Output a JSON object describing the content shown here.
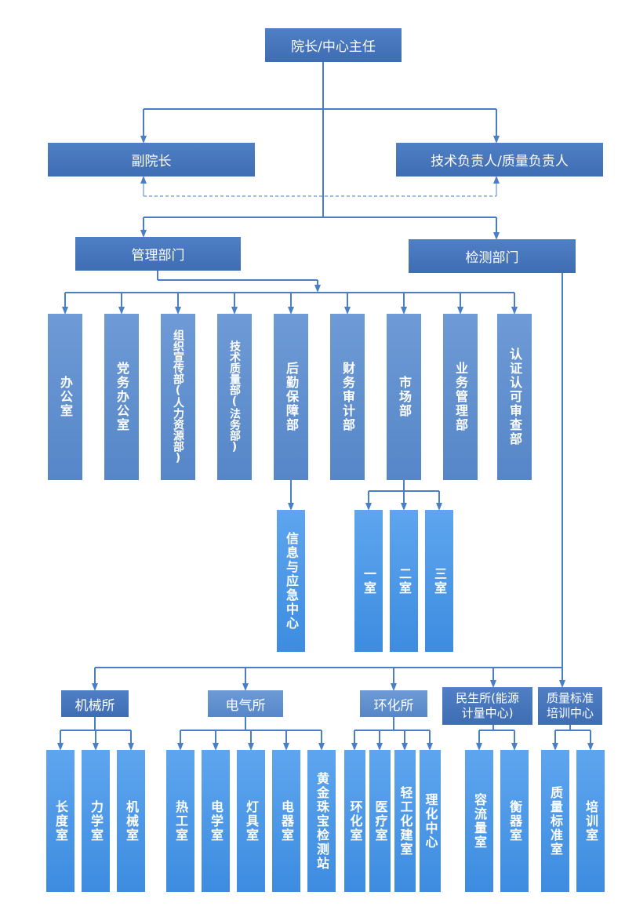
{
  "top": {
    "president": "院长/中心主任",
    "vice_president": "副院长",
    "tech_quality": "技术负责人/质量负责人"
  },
  "branches": {
    "management": "管理部门",
    "inspection": "检测部门"
  },
  "management_departments": [
    "办公室",
    "党务办公室",
    "组织宣传部(人力资源部)",
    "技术质量部(法务部)",
    "后勤保障部",
    "财务审计部",
    "市场部",
    "业务管理部",
    "认证认可审查部"
  ],
  "logistics_sub": "信息与应急中心",
  "market_sub": [
    "一室",
    "二室",
    "三室"
  ],
  "institutes": [
    {
      "name": "机械所",
      "rooms": [
        "长度室",
        "力学室",
        "机械室"
      ]
    },
    {
      "name": "电气所",
      "rooms": [
        "热工室",
        "电学室",
        "灯具室",
        "电器室",
        "黄金珠宝检测站"
      ]
    },
    {
      "name": "环化所",
      "rooms": [
        "环化室",
        "医疗室",
        "轻工化建室",
        "理化中心"
      ]
    },
    {
      "name": "民生所(能源计量中心)",
      "rooms": [
        "容流量室",
        "衡器室"
      ]
    },
    {
      "name": "质量标准培训中心",
      "rooms": [
        "质量标准室",
        "培训室"
      ]
    }
  ],
  "colors": {
    "dark_box": "#4572b8",
    "mid_box": "#6390d0",
    "bright_box": "#4a95e6",
    "connector": "#4a7fc8"
  }
}
